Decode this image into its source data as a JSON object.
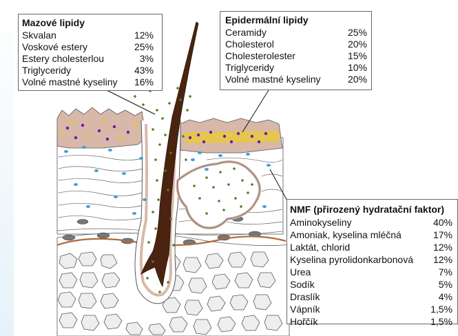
{
  "colors": {
    "cornified": "#d8b8a8",
    "hair": "#4a2410",
    "sebum_dots": "#5a7a1a",
    "water_dots": "#3aa0d8",
    "lipid_dots": "#6a1aa8",
    "lipid_layer": "#e8c840",
    "dermis_line": "#b06a3a"
  },
  "sebum_box": {
    "title": "Mazové lipidy",
    "rows": [
      {
        "label": "Skvalan",
        "value": "12%"
      },
      {
        "label": "Voskové estery",
        "value": "25%"
      },
      {
        "label": "Estery cholesterlou",
        "value": "3%"
      },
      {
        "label": "Triglyceridy",
        "value": "43%"
      },
      {
        "label": "Volné mastné kyseliny",
        "value": "16%"
      }
    ]
  },
  "epidermal_box": {
    "title": "Epidermální lipidy",
    "rows": [
      {
        "label": "Ceramidy",
        "value": "25%"
      },
      {
        "label": "Cholesterol",
        "value": "20%"
      },
      {
        "label": "Cholesterolester",
        "value": "15%"
      },
      {
        "label": "Triglyceridy",
        "value": "10%"
      },
      {
        "label": "Volné mastné kyseliny",
        "value": "20%"
      }
    ]
  },
  "nmf_box": {
    "title": "NMF (přirozený hydratační faktor)",
    "rows": [
      {
        "label": "Aminokyseliny",
        "value": "40%"
      },
      {
        "label": "Amoniak, kyselina mléčná",
        "value": "17%"
      },
      {
        "label": "Laktát, chlorid",
        "value": "12%"
      },
      {
        "label": "Kyselina pyrolidonkarbonová",
        "value": "12%"
      },
      {
        "label": "Urea",
        "value": "7%"
      },
      {
        "label": "Sodík",
        "value": "5%"
      },
      {
        "label": "Draslík",
        "value": "4%"
      },
      {
        "label": "Vápník",
        "value": "1,5%"
      },
      {
        "label": "Hořčík",
        "value": "1,5%"
      }
    ]
  }
}
